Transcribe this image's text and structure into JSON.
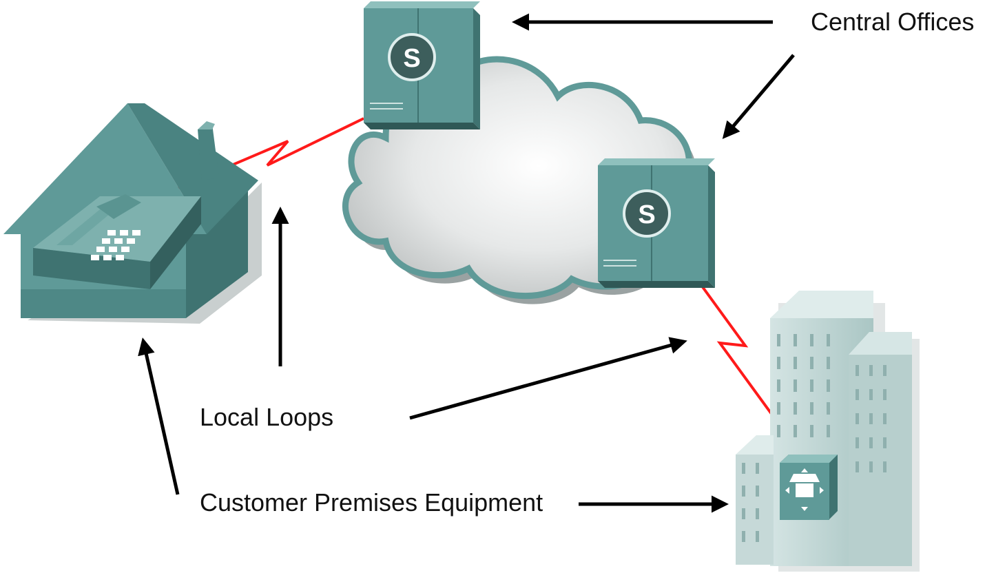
{
  "labels": {
    "central_offices": "Central Offices",
    "local_loops": "Local Loops",
    "customer_premises_equipment": "Customer Premises Equipment"
  },
  "switch_symbol": "S",
  "colors": {
    "device_teal": "#5f9a98",
    "device_dark": "#3f7371",
    "device_light": "#8fc0bd",
    "link_red": "#ff1a1a",
    "arrow_black": "#000000",
    "building": "#c3d6d5"
  },
  "icons": [
    "house-icon",
    "telephone-icon",
    "cloud-icon",
    "central-office-switch-icon",
    "office-building-icon",
    "pbx-phone-icon"
  ]
}
